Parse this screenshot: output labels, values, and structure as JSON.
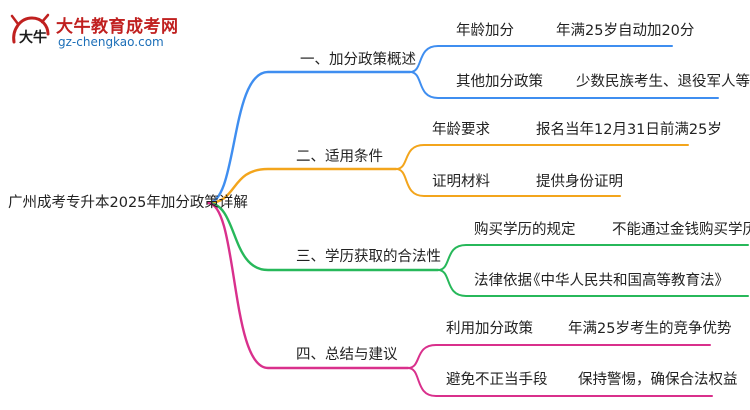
{
  "logo": {
    "title": "大牛教育成考网",
    "url": "gz-chengkao.com",
    "mark_text": "大牛"
  },
  "root": "广州成考专升本2025年加分政策详解",
  "branches": [
    {
      "label": "一、加分政策概述",
      "color": "#3f8ef0",
      "children": [
        {
          "key": "年龄加分",
          "value": "年满25岁自动加20分"
        },
        {
          "key": "其他加分政策",
          "value": "少数民族考生、退役军人等"
        }
      ]
    },
    {
      "label": "二、适用条件",
      "color": "#f3a51c",
      "children": [
        {
          "key": "年龄要求",
          "value": "报名当年12月31日前满25岁"
        },
        {
          "key": "证明材料",
          "value": "提供身份证明"
        }
      ]
    },
    {
      "label": "三、学历获取的合法性",
      "color": "#27b85a",
      "children": [
        {
          "key": "购买学历的规定",
          "value": "不能通过金钱购买学历"
        },
        {
          "key": "法律依据",
          "value": "《中华人民共和国高等教育法》"
        }
      ]
    },
    {
      "label": "四、总结与建议",
      "color": "#d9308c",
      "children": [
        {
          "key": "利用加分政策",
          "value": "年满25岁考生的竞争优势"
        },
        {
          "key": "避免不正当手段",
          "value": "保持警惕，确保合法权益"
        }
      ]
    }
  ]
}
